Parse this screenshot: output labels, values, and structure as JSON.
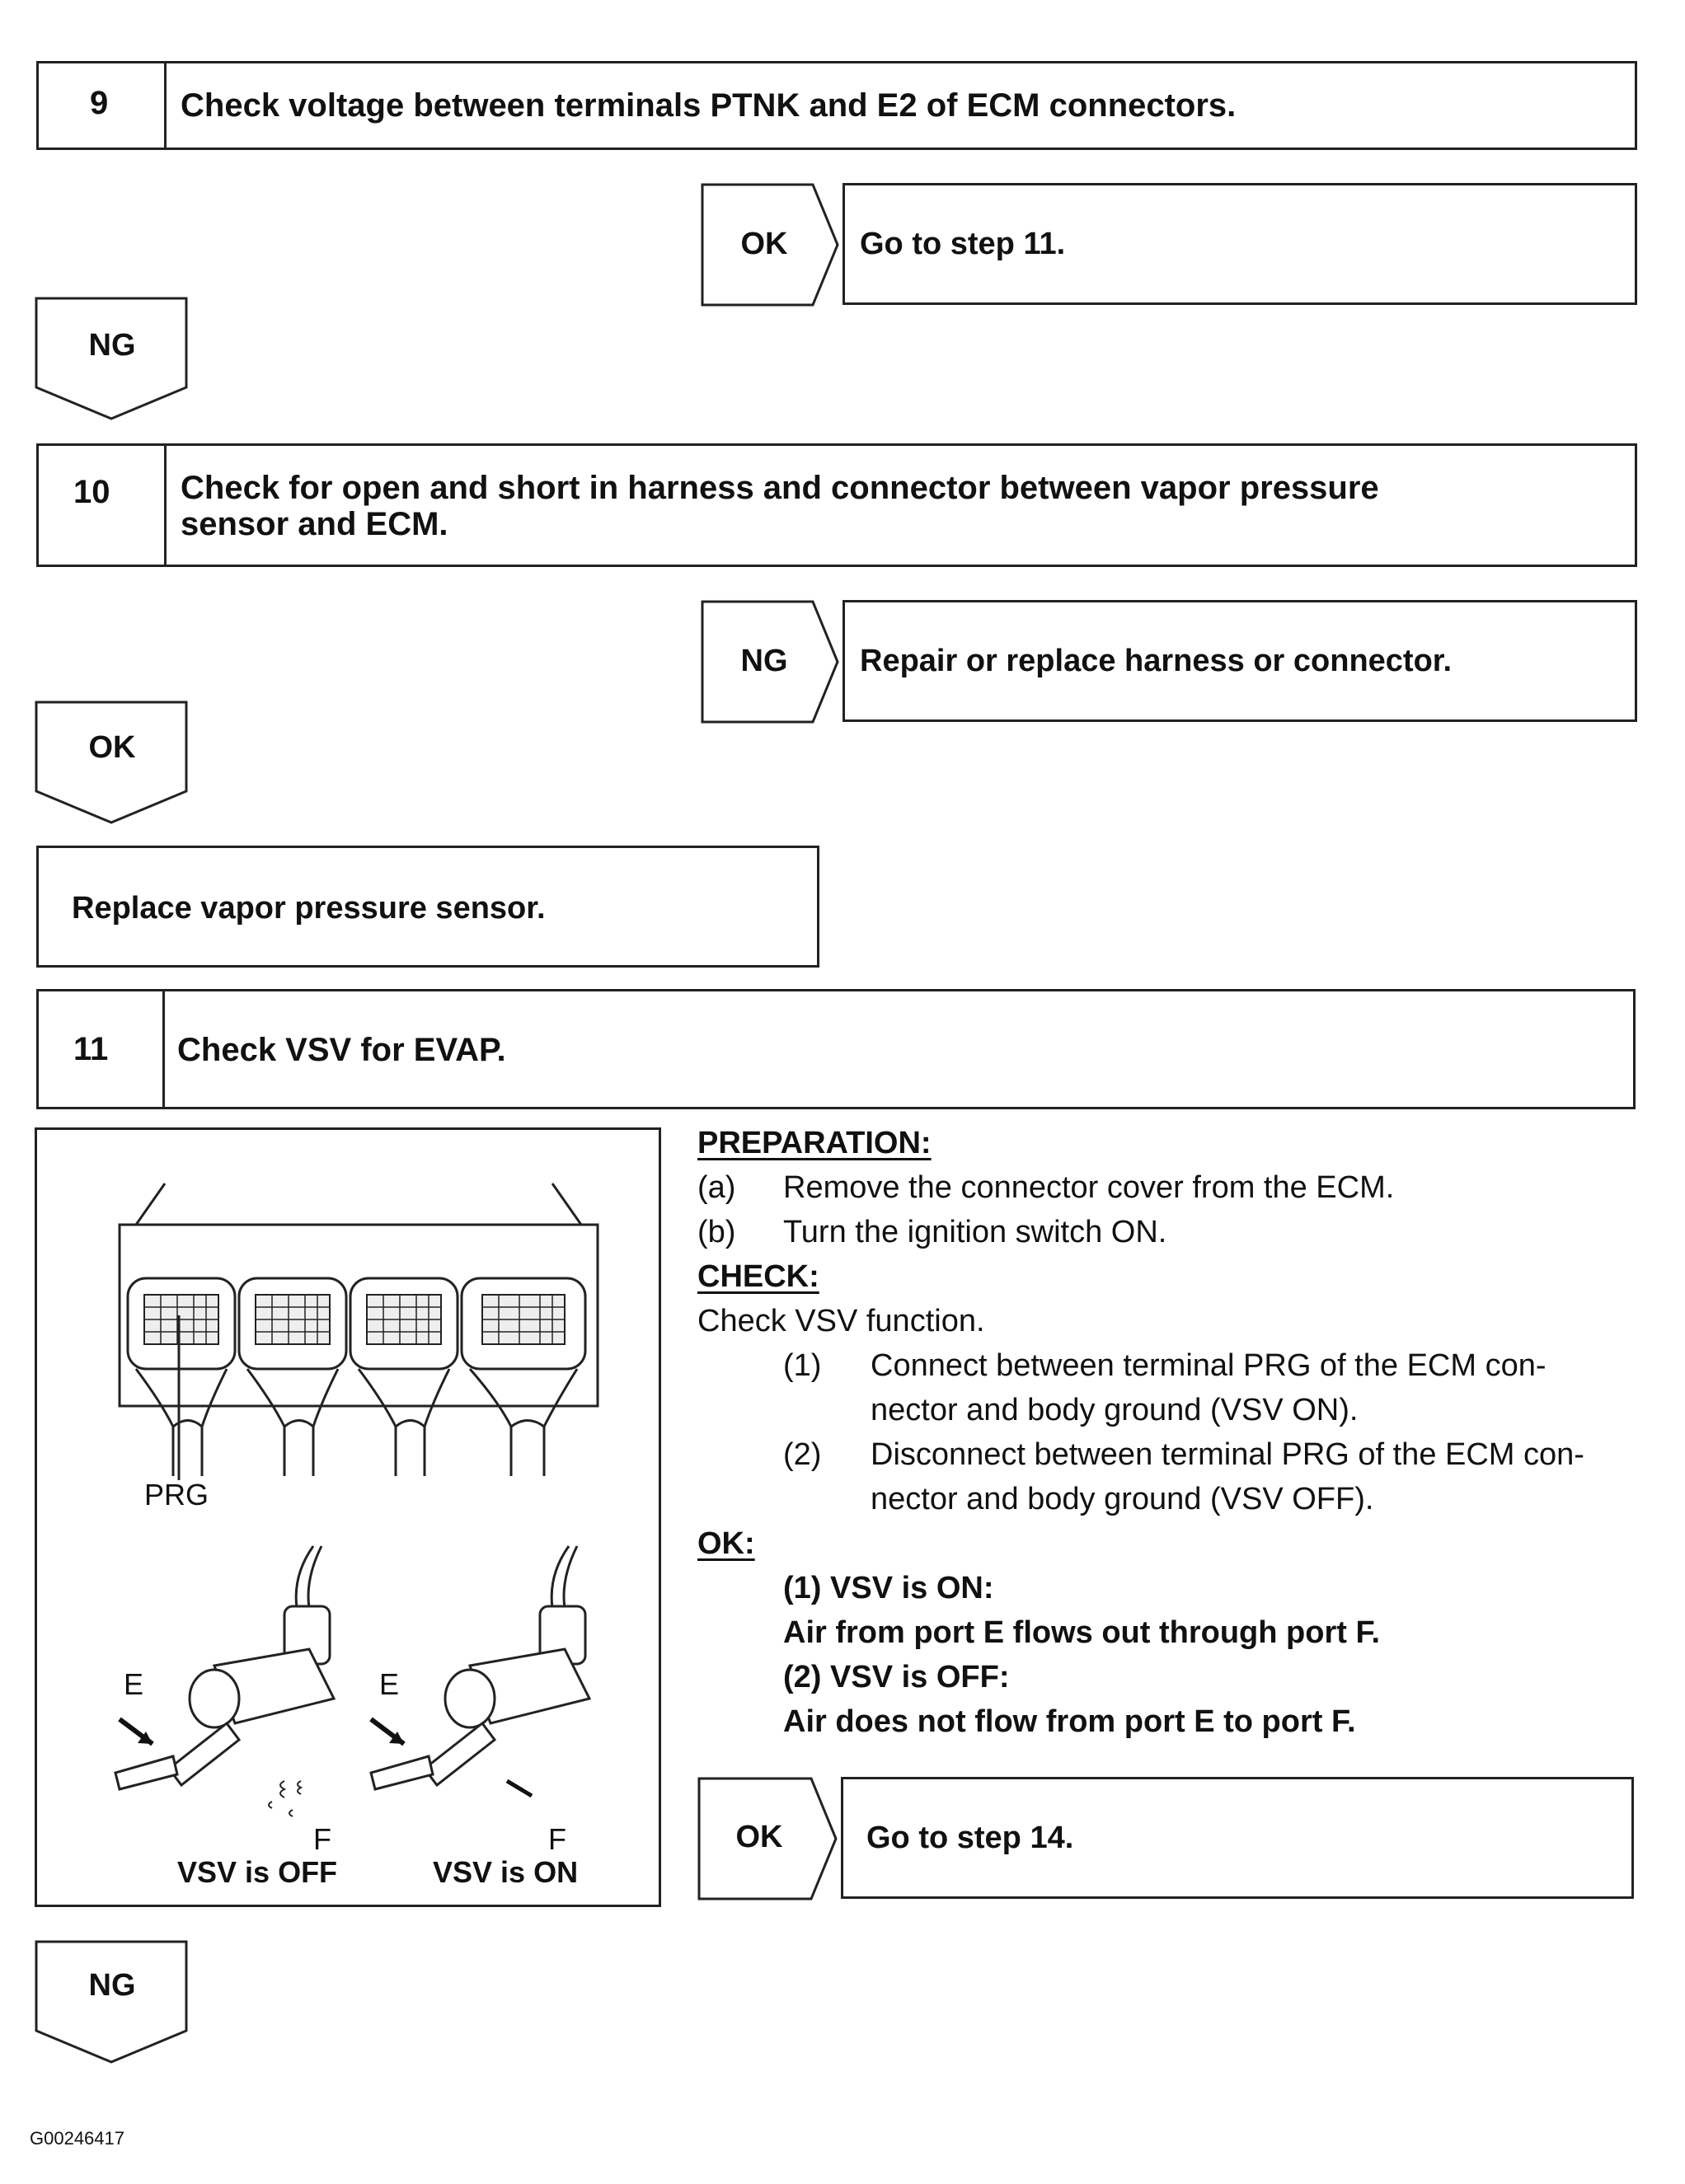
{
  "step9": {
    "number": "9",
    "title": "Check voltage between terminals PTNK and E2 of ECM connectors.",
    "ok_label": "OK",
    "ok_result": "Go to step 11.",
    "ng_label": "NG"
  },
  "step10": {
    "number": "10",
    "title_line1": "Check for open and short in harness and connector between vapor pressure",
    "title_line2": "sensor and ECM.",
    "ng_label": "NG",
    "ng_result": "Repair or replace harness or connector.",
    "ok_label": "OK",
    "ok_action": "Replace vapor pressure sensor."
  },
  "step11": {
    "number": "11",
    "title": "Check VSV for EVAP.",
    "figure": {
      "prg_label": "PRG",
      "port_e_left": "E",
      "port_f_left": "F",
      "port_e_right": "E",
      "port_f_right": "F",
      "caption_off": "VSV is OFF",
      "caption_on": "VSV is ON"
    },
    "preparation_header": "PREPARATION:",
    "prep": [
      {
        "mark": "(a)",
        "text": "Remove the connector cover from the ECM."
      },
      {
        "mark": "(b)",
        "text": "Turn the ignition switch ON."
      }
    ],
    "check_header": "CHECK:",
    "check_intro": "Check VSV function.",
    "checks": [
      {
        "mark": "(1)",
        "line1": "Connect between terminal PRG of the ECM con-",
        "line2": "nector and body ground (VSV ON)."
      },
      {
        "mark": "(2)",
        "line1": "Disconnect between terminal PRG of the ECM con-",
        "line2": "nector and body ground (VSV OFF)."
      }
    ],
    "ok_header": "OK:",
    "ok_lines": [
      "(1)  VSV is ON:",
      "Air from port E flows out through port F.",
      "(2)  VSV is OFF:",
      "Air does not flow from port E to port F."
    ],
    "ok_label": "OK",
    "ok_result": "Go to step 14.",
    "ng_label": "NG"
  },
  "footer_code": "G00246417"
}
